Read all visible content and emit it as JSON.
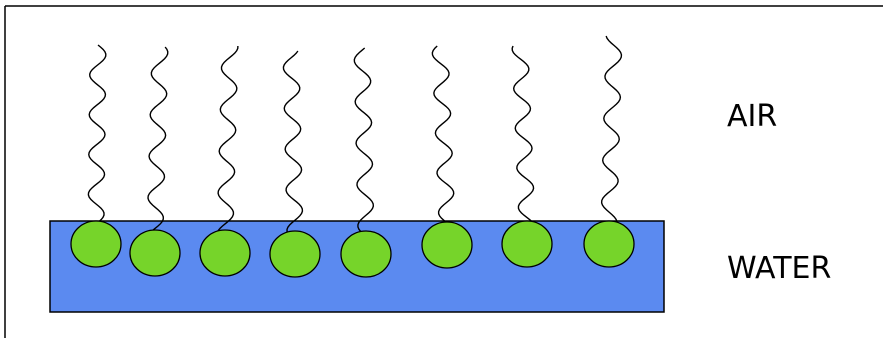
{
  "labels": {
    "air": "AIR",
    "water": "WATER"
  },
  "colors": {
    "water": "#5b8af0",
    "head": "#76d42a",
    "outline": "#000000",
    "frame": "#000000",
    "background": "#ffffff"
  },
  "molecules": {
    "count": 8,
    "head_shape": "circle",
    "tail_shape": "wavy-line"
  }
}
